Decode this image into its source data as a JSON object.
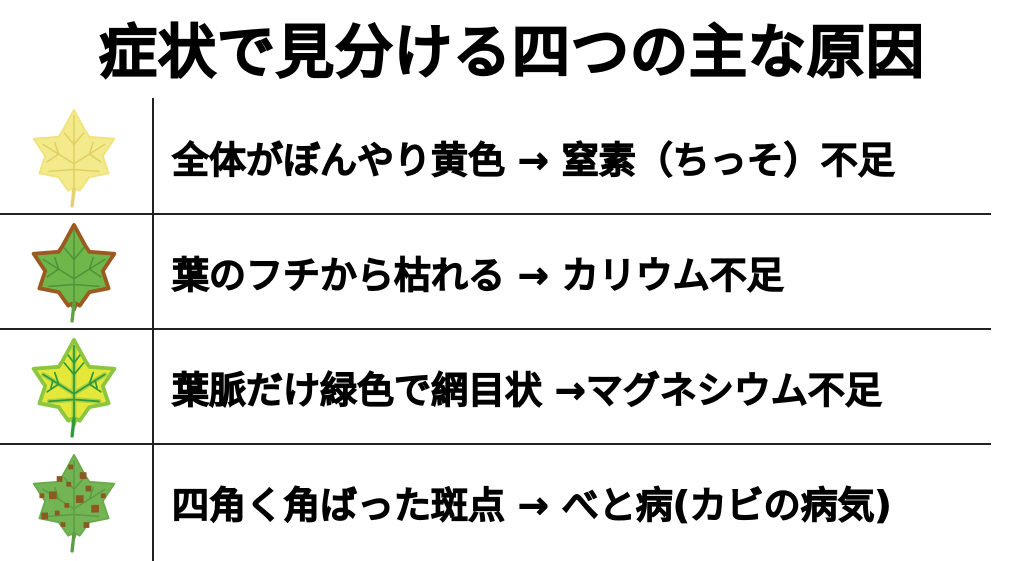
{
  "title": "症状で見分ける四つの主な原因",
  "colors": {
    "text": "#000000",
    "lines": "#222222",
    "background": "#ffffff"
  },
  "rows": [
    {
      "icon": "yellow-leaf-icon",
      "text": "全体がぼんやり黄色 → 窒素（ちっそ）不足",
      "leaf_fill": "#f3ea8c",
      "leaf_edge": "#f3ea8c",
      "vein_color": "#e2d46a"
    },
    {
      "icon": "brown-edged-leaf-icon",
      "text": "葉のフチから枯れる → カリウム不足",
      "leaf_fill": "#6fb64b",
      "leaf_edge": "#9b5a1f",
      "vein_color": "#4e9338"
    },
    {
      "icon": "interveinal-chlorosis-leaf-icon",
      "text": "葉脈だけ緑色で網目状 →マグネシウム不足",
      "leaf_fill": "#e4e83a",
      "leaf_edge": "#8cc63f",
      "vein_color": "#2e9a3c"
    },
    {
      "icon": "spotted-leaf-icon",
      "text": "四角く角ばった斑点 → べと病(カビの病気)",
      "leaf_fill": "#73b455",
      "leaf_edge": "#73b455",
      "vein_color": "#5c9c44",
      "spot_color": "#8a5a22"
    }
  ]
}
